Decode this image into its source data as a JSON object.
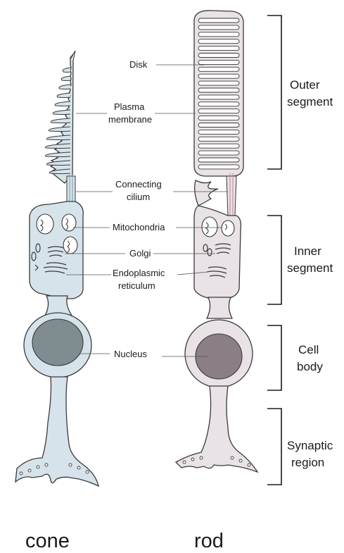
{
  "labels": {
    "disk": "Disk",
    "plasma_membrane_1": "Plasma",
    "plasma_membrane_2": "membrane",
    "connecting_cilium_1": "Connecting",
    "connecting_cilium_2": "cilium",
    "mitochondria": "Mitochondria",
    "golgi": "Golgi",
    "er_1": "Endoplasmic",
    "er_2": "reticulum",
    "nucleus": "Nucleus"
  },
  "regions": {
    "outer_1": "Outer",
    "outer_2": "segment",
    "inner_1": "Inner",
    "inner_2": "segment",
    "cellbody_1": "Cell",
    "cellbody_2": "body",
    "synaptic_1": "Synaptic",
    "synaptic_2": "region"
  },
  "cells": {
    "cone": "cone",
    "rod": "rod"
  },
  "colors": {
    "cone_fill": "#d6e3ea",
    "rod_fill": "#e9e2e6",
    "cone_nucleus": "#7f8d90",
    "rod_nucleus": "#8a7e87",
    "outline": "#3a3a3a",
    "cilium_rod": "#c48aa0",
    "cilium_cone": "#7a9ab0"
  },
  "icons": [
    "cone-cell-icon",
    "rod-cell-icon"
  ]
}
